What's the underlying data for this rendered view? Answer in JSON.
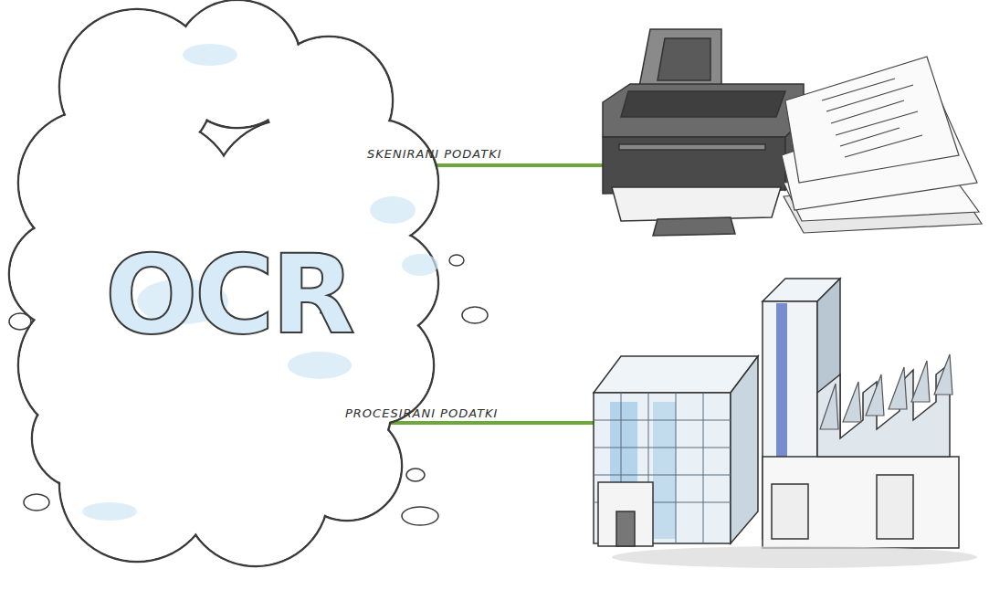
{
  "diagram": {
    "nodes": [
      {
        "text": [
          "OCR"
        ]
      }
    ],
    "labels": [
      "SKENIRANI PODATKI",
      "PROCESIRANI PODATKI"
    ]
  }
}
